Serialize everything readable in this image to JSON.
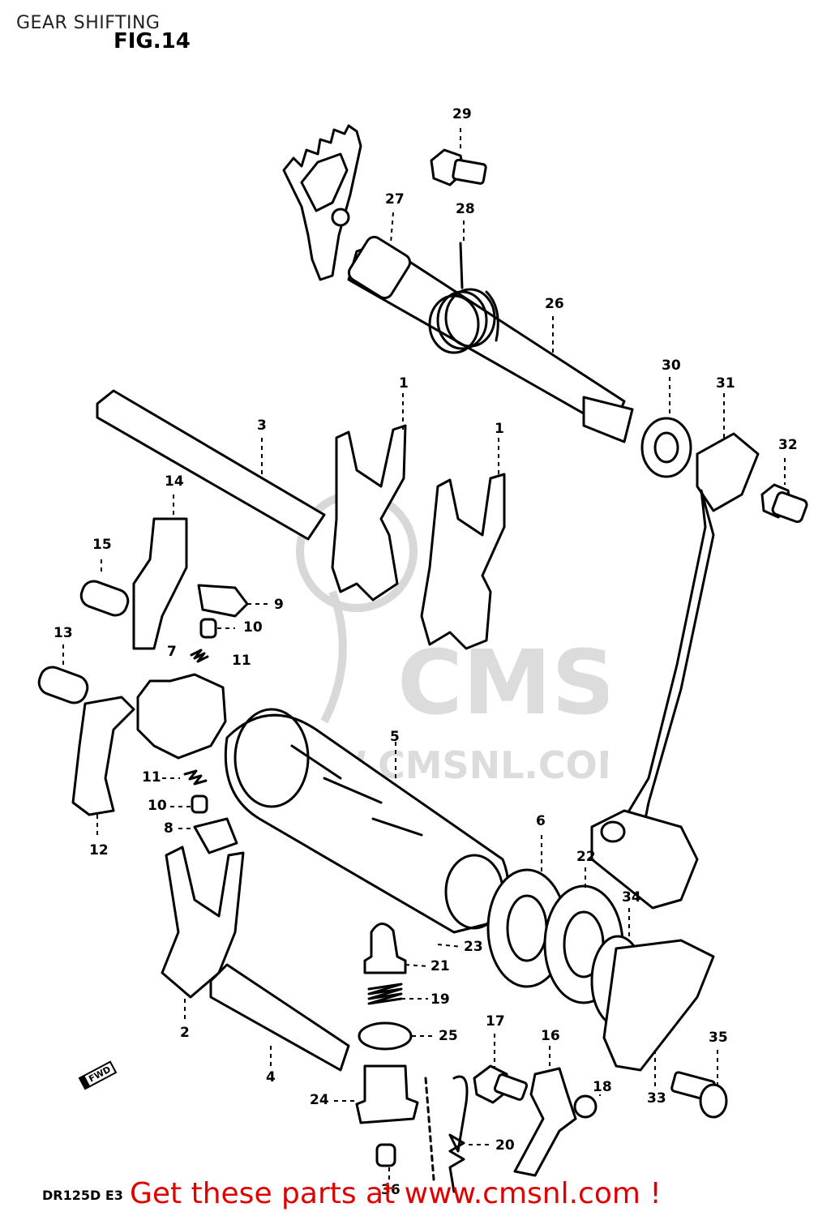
{
  "header": {
    "title": "GEAR SHIFTING"
  },
  "figure": {
    "label": "FIG.14",
    "model_code": "DR125D E3",
    "direction_marker": "FWD"
  },
  "watermark": {
    "text": "WWW.CMSNL.COM",
    "brand": "CMS"
  },
  "promo": {
    "text": "Get these parts at www.cmsnl.com !",
    "color": "#e00000"
  },
  "callouts": [
    {
      "id": "29",
      "label": "29"
    },
    {
      "id": "27",
      "label": "27"
    },
    {
      "id": "28",
      "label": "28"
    },
    {
      "id": "26",
      "label": "26"
    },
    {
      "id": "30",
      "label": "30"
    },
    {
      "id": "31",
      "label": "31"
    },
    {
      "id": "32",
      "label": "32"
    },
    {
      "id": "3",
      "label": "3"
    },
    {
      "id": "1a",
      "label": "1"
    },
    {
      "id": "1b",
      "label": "1"
    },
    {
      "id": "14",
      "label": "14"
    },
    {
      "id": "15",
      "label": "15"
    },
    {
      "id": "9",
      "label": "9"
    },
    {
      "id": "10a",
      "label": "10"
    },
    {
      "id": "13",
      "label": "13"
    },
    {
      "id": "7",
      "label": "7"
    },
    {
      "id": "11a",
      "label": "11"
    },
    {
      "id": "5",
      "label": "5"
    },
    {
      "id": "11b",
      "label": "11"
    },
    {
      "id": "10b",
      "label": "10"
    },
    {
      "id": "8",
      "label": "8"
    },
    {
      "id": "12",
      "label": "12"
    },
    {
      "id": "6",
      "label": "6"
    },
    {
      "id": "22",
      "label": "22"
    },
    {
      "id": "34",
      "label": "34"
    },
    {
      "id": "23",
      "label": "23"
    },
    {
      "id": "21",
      "label": "21"
    },
    {
      "id": "19",
      "label": "19"
    },
    {
      "id": "2",
      "label": "2"
    },
    {
      "id": "25",
      "label": "25"
    },
    {
      "id": "17",
      "label": "17"
    },
    {
      "id": "16",
      "label": "16"
    },
    {
      "id": "35",
      "label": "35"
    },
    {
      "id": "4",
      "label": "4"
    },
    {
      "id": "18",
      "label": "18"
    },
    {
      "id": "33",
      "label": "33"
    },
    {
      "id": "24",
      "label": "24"
    },
    {
      "id": "20",
      "label": "20"
    },
    {
      "id": "36",
      "label": "36"
    }
  ]
}
